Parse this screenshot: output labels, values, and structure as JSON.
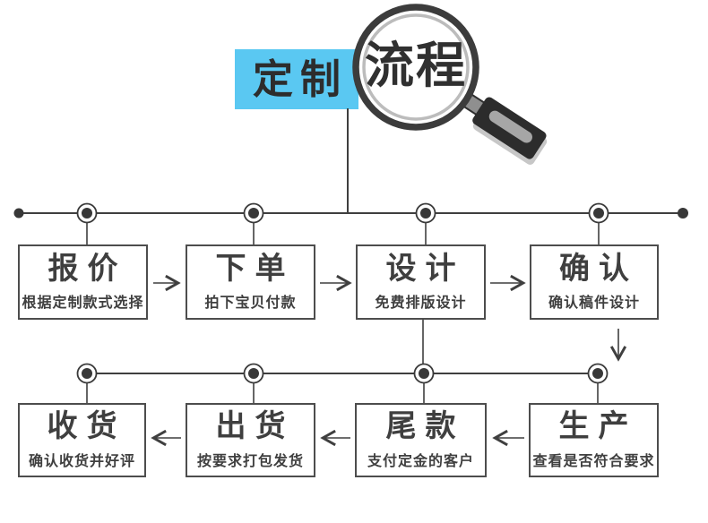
{
  "header": {
    "title_left": "定制",
    "title_right": "流程",
    "icon": "magnifier-icon"
  },
  "flow": {
    "top_row": [
      {
        "title": "报价",
        "subtitle": "根据定制款式选择"
      },
      {
        "title": "下单",
        "subtitle": "拍下宝贝付款"
      },
      {
        "title": "设计",
        "subtitle": "免费排版设计"
      },
      {
        "title": "确认",
        "subtitle": "确认稿件设计"
      }
    ],
    "bottom_row": [
      {
        "title": "收货",
        "subtitle": "确认收货并好评"
      },
      {
        "title": "出货",
        "subtitle": "按要求打包发货"
      },
      {
        "title": "尾款",
        "subtitle": "支付定金的客户"
      },
      {
        "title": "生产",
        "subtitle": "查看是否符合要求"
      }
    ],
    "top_row_direction": "left-to-right",
    "bottom_row_direction": "right-to-left"
  },
  "colors": {
    "accent_blue": "#5AC8F2",
    "line": "#3f3f3f",
    "box_border": "#4d4d4d",
    "text": "#3f3f3f",
    "magnifier_ring": "#3c3c3c",
    "magnifier_inner_ring": "#bcbcbc",
    "handle_dark": "#2c2c2c",
    "handle_gray": "#a6a6a6",
    "background": "#ffffff"
  }
}
